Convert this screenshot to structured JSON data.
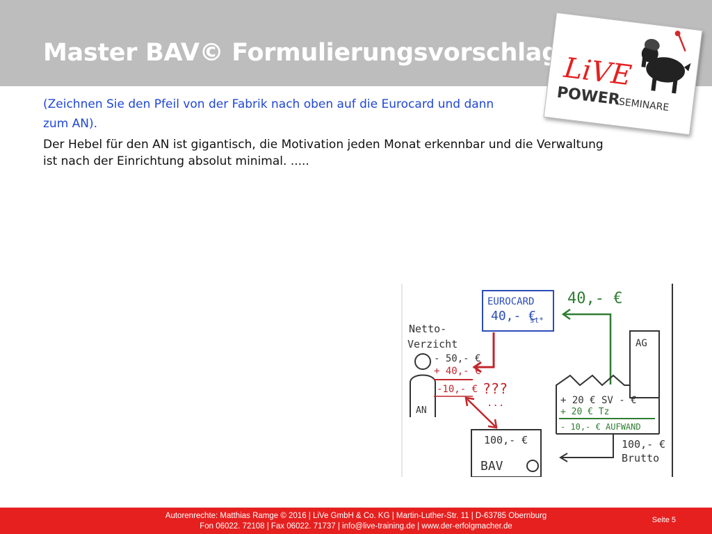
{
  "header": {
    "title": "Master BAV© Formulierungsvorschlag"
  },
  "logo": {
    "text_main": "LiVE",
    "text_power": "POWER",
    "text_seminare": "SEMINARE"
  },
  "content": {
    "hint_line1": "(Zeichnen Sie den Pfeil von der Fabrik nach oben auf die Eurocard und dann",
    "hint_line2": "zum AN).",
    "paragraph_line1": "Der Hebel für den AN ist gigantisch, die Motivation jeden Monat erkennbar und die Verwaltung",
    "paragraph_line2": "ist nach der Einrichtung absolut minimal. ....."
  },
  "sketch": {
    "eurocard_label": "EUROCARD",
    "eurocard_amount": "40,- €",
    "eurocard_note": "st*",
    "top_amount": "40,- €",
    "netto_line1": "Netto-",
    "netto_line2": "Verzicht",
    "an_calc_1": "- 50,- €",
    "an_calc_2": "+ 40,- €",
    "an_calc_3": "-10,- €",
    "an_label": "AN",
    "question": "???",
    "ag_label": "AG",
    "ag_calc_1": "+ 20 € SV - €",
    "ag_calc_2": "+ 20 € Tz",
    "ag_calc_3": "- 10,- € AUFWAND",
    "bav_amount": "100,- €",
    "bav_label": "BAV",
    "brutto_amount": "100,- €",
    "brutto_label": "Brutto",
    "colors": {
      "blue": "#2b4cb8",
      "red": "#c0262c",
      "green": "#2e7d32",
      "ink": "#333333"
    }
  },
  "footer": {
    "line1": "Autorenrechte: Matthias Ramge © 2016 | LiVe GmbH & Co. KG | Martin-Luther-Str. 11 | D-63785 Obernburg",
    "line2": "Fon 06022. 72108  | Fax 06022. 71737 | info@live-training.de | www.der-erfolgmacher.de",
    "page_label": "Seite 5"
  }
}
